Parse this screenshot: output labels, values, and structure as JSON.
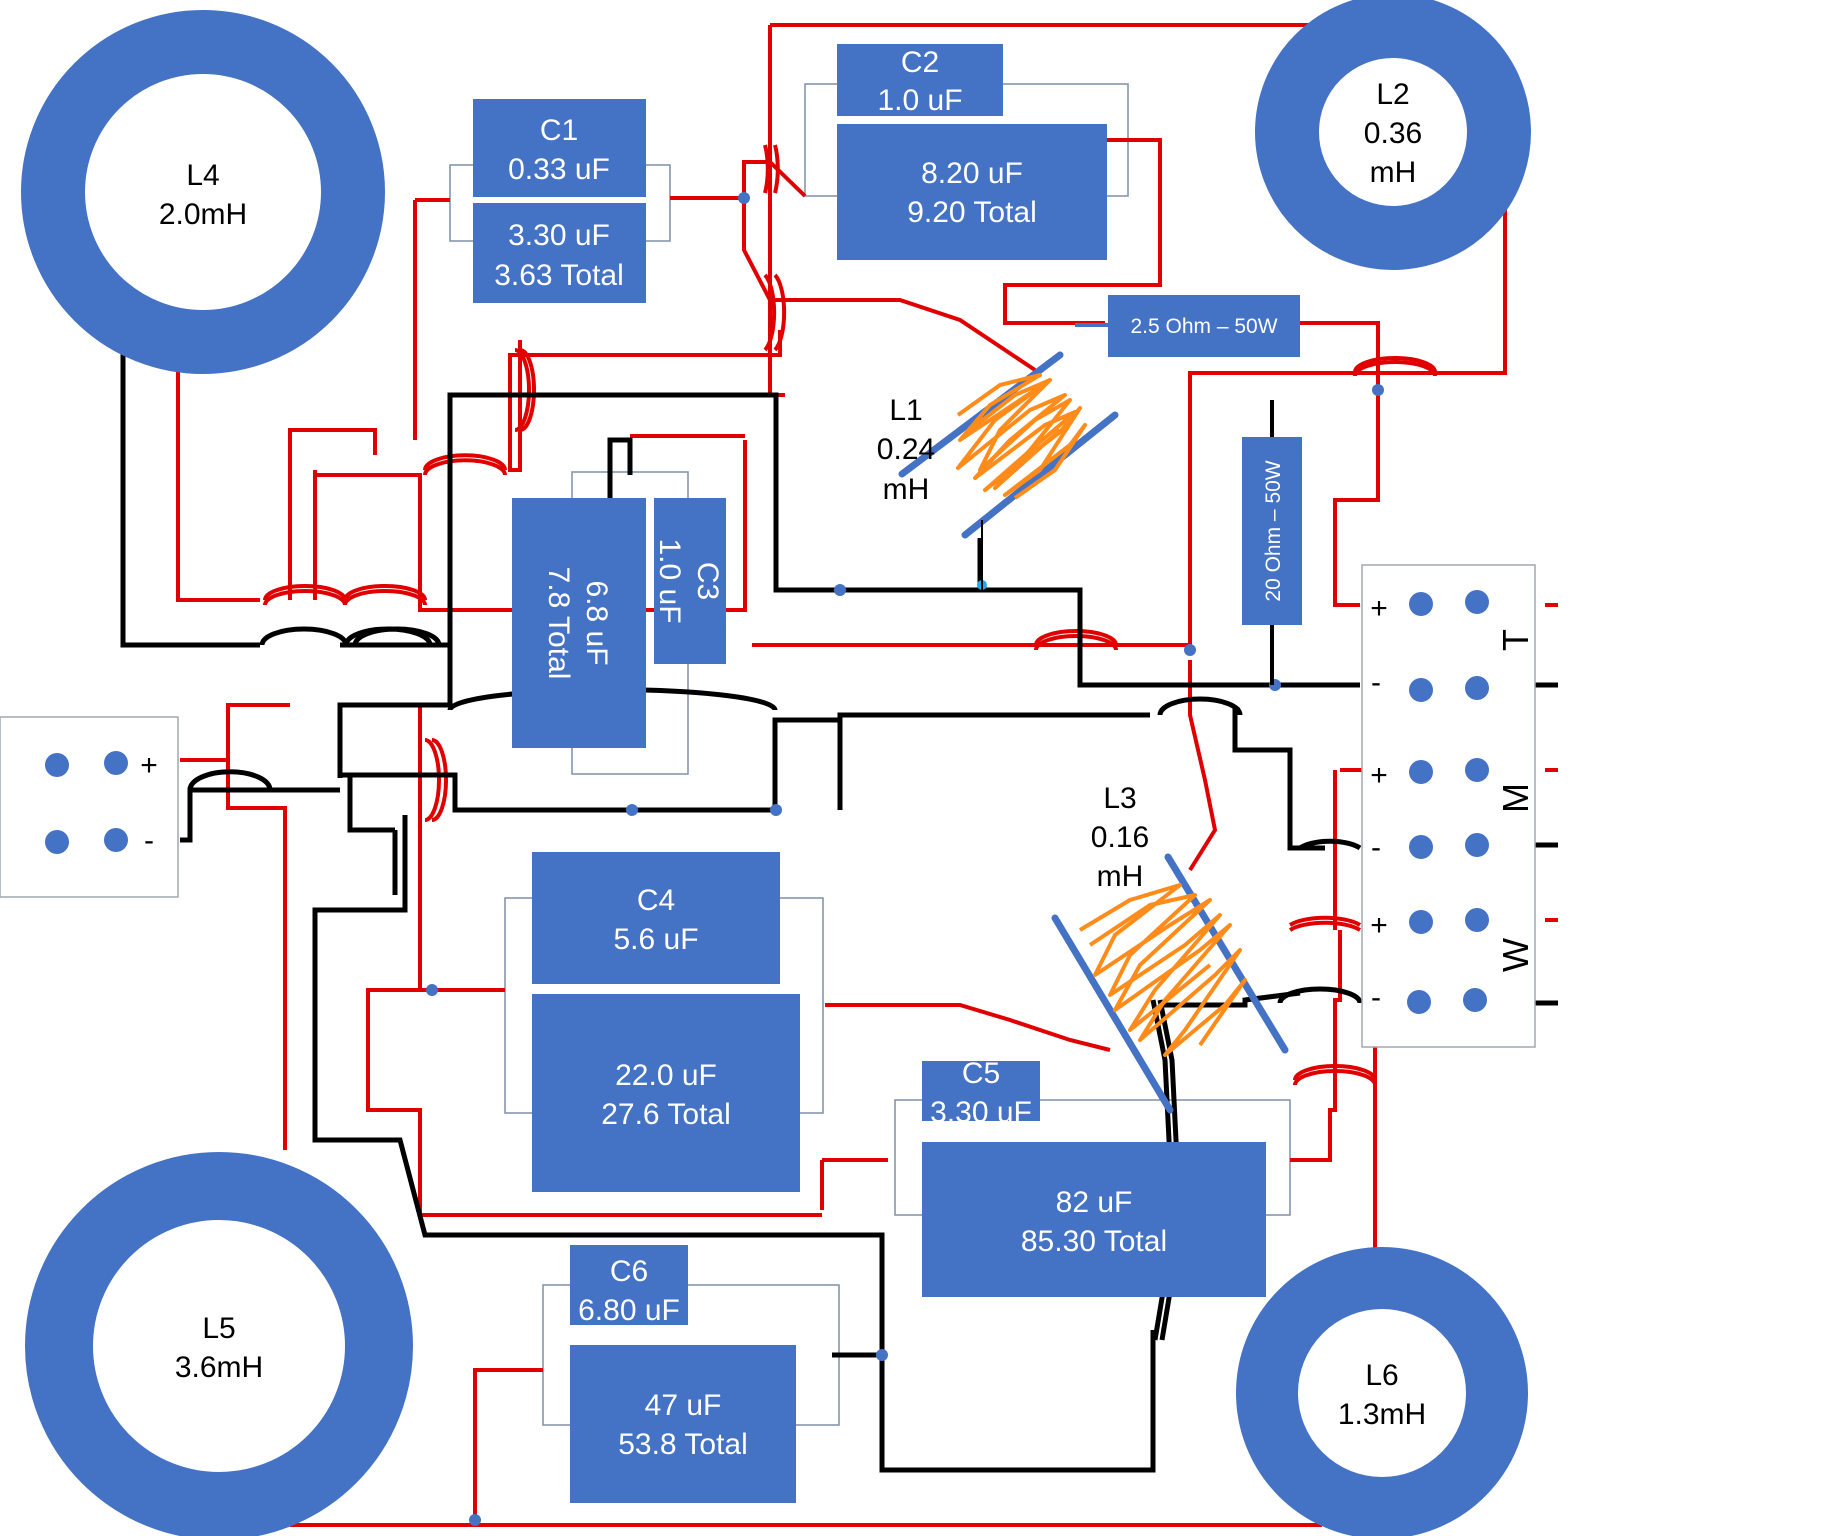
{
  "colors": {
    "component_fill": "#4472c4",
    "positive_wire": "#e00000",
    "negative_wire": "#000000",
    "hand_winding": "#ff8c1a",
    "component_text": "#ffffff"
  },
  "toroids": {
    "l4": {
      "name": "L4",
      "value": "2.0mH"
    },
    "l2": {
      "name": "L2",
      "value": "0.36",
      "unit": "mH"
    },
    "l5": {
      "name": "L5",
      "value": "3.6mH"
    },
    "l6": {
      "name": "L6",
      "value": "1.3mH"
    }
  },
  "air_coils": {
    "l1": {
      "name": "L1",
      "value": "0.24",
      "unit": "mH"
    },
    "l3": {
      "name": "L3",
      "value": "0.16",
      "unit": "mH"
    }
  },
  "capacitors": {
    "c1": {
      "name": "C1",
      "value": "0.33 uF",
      "extra": "3.30 uF",
      "total": "3.63 Total"
    },
    "c2": {
      "name": "C2",
      "value": "1.0 uF",
      "extra": "8.20 uF",
      "total": "9.20 Total"
    },
    "c3": {
      "name": "C3",
      "value": "1.0 uF",
      "extra": "6.8 uF",
      "total": "7.8 Total"
    },
    "c4": {
      "name": "C4",
      "value": "5.6 uF",
      "extra": "22.0 uF",
      "total": "27.6 Total"
    },
    "c5": {
      "name": "C5",
      "value": "3.30 uF",
      "extra": "82 uF",
      "total": "85.30 Total"
    },
    "c6": {
      "name": "C6",
      "value": "6.80 uF",
      "extra": "47 uF",
      "total": "53.8 Total"
    }
  },
  "resistors": {
    "r1": {
      "label": "2.5 Ohm – 50W"
    },
    "r2": {
      "label": "20 Ohm – 50W"
    }
  },
  "input_terminal": {
    "plus": "+",
    "minus": "-"
  },
  "output_terminal": {
    "plus": "+",
    "minus": "-",
    "groups": [
      "T",
      "M",
      "W"
    ]
  }
}
